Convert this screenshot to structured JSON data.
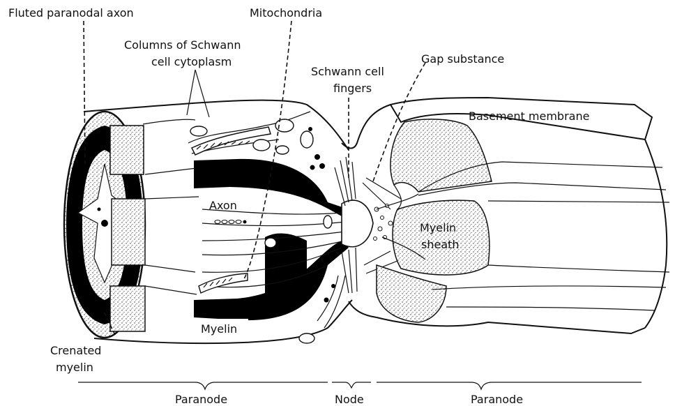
{
  "labels": {
    "fluted_axon": "Fluted paranodal axon",
    "columns_line1": "Columns of Schwann",
    "columns_line2": "cell cytoplasm",
    "mitochondria": "Mitochondria",
    "schwann_fingers_line1": "Schwann cell",
    "schwann_fingers_line2": "fingers",
    "gap_substance": "Gap substance",
    "basement_membrane": "Basement membrane",
    "axon": "Axon",
    "myelin": "Myelin",
    "myelin_sheath_line1": "Myelin",
    "myelin_sheath_line2": "sheath",
    "crenated_line1": "Crenated",
    "crenated_line2": "myelin"
  },
  "regions": {
    "left": "Paranode",
    "middle": "Node",
    "right": "Paranode"
  },
  "colors": {
    "ink": "#111111",
    "myelin_fill": "#000000",
    "stipple": "#d9d9d9",
    "background": "#ffffff"
  }
}
